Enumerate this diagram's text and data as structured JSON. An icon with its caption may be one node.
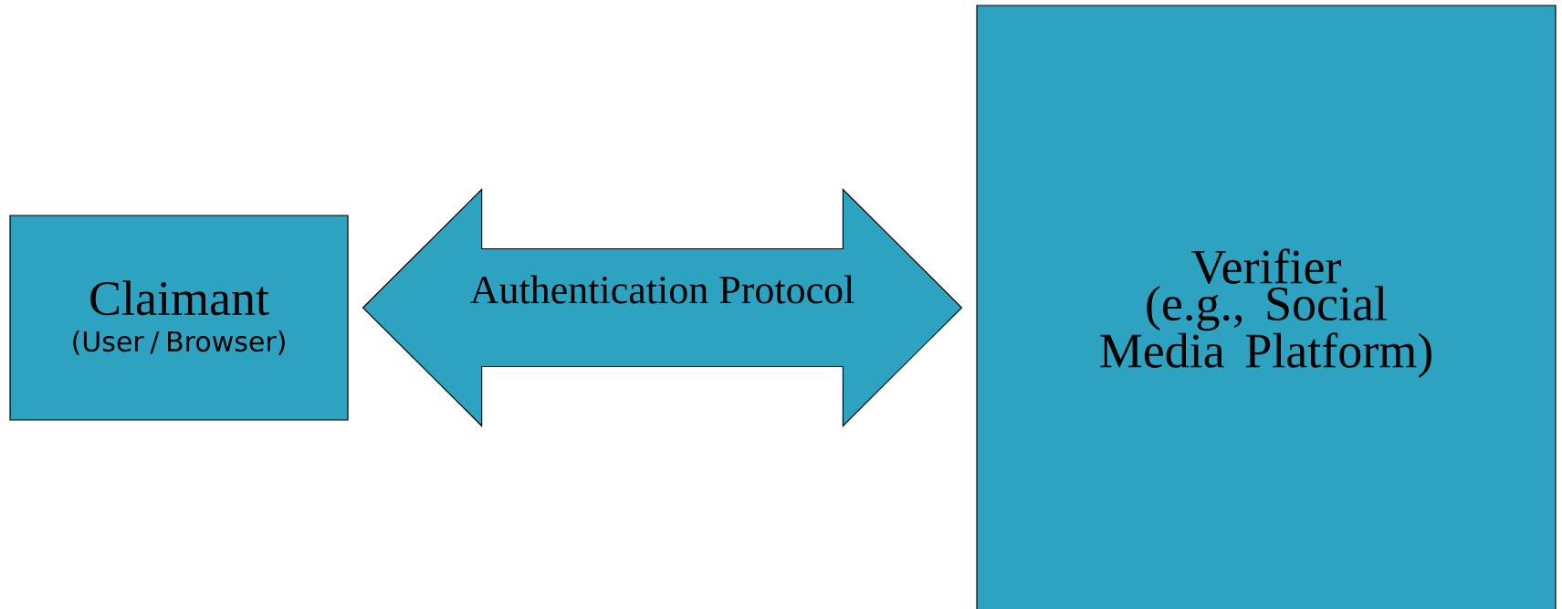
{
  "diagram": {
    "nodes": [
      {
        "text": [
          "Claimant",
          "(User / Browser)"
        ]
      },
      {
        "text": [
          "Verifier",
          "(e.g., Social Media Platform)"
        ]
      }
    ],
    "edges": [
      {
        "from": 0,
        "to": 1,
        "arrow": "both",
        "label": "Authentication Protocol"
      }
    ]
  }
}
